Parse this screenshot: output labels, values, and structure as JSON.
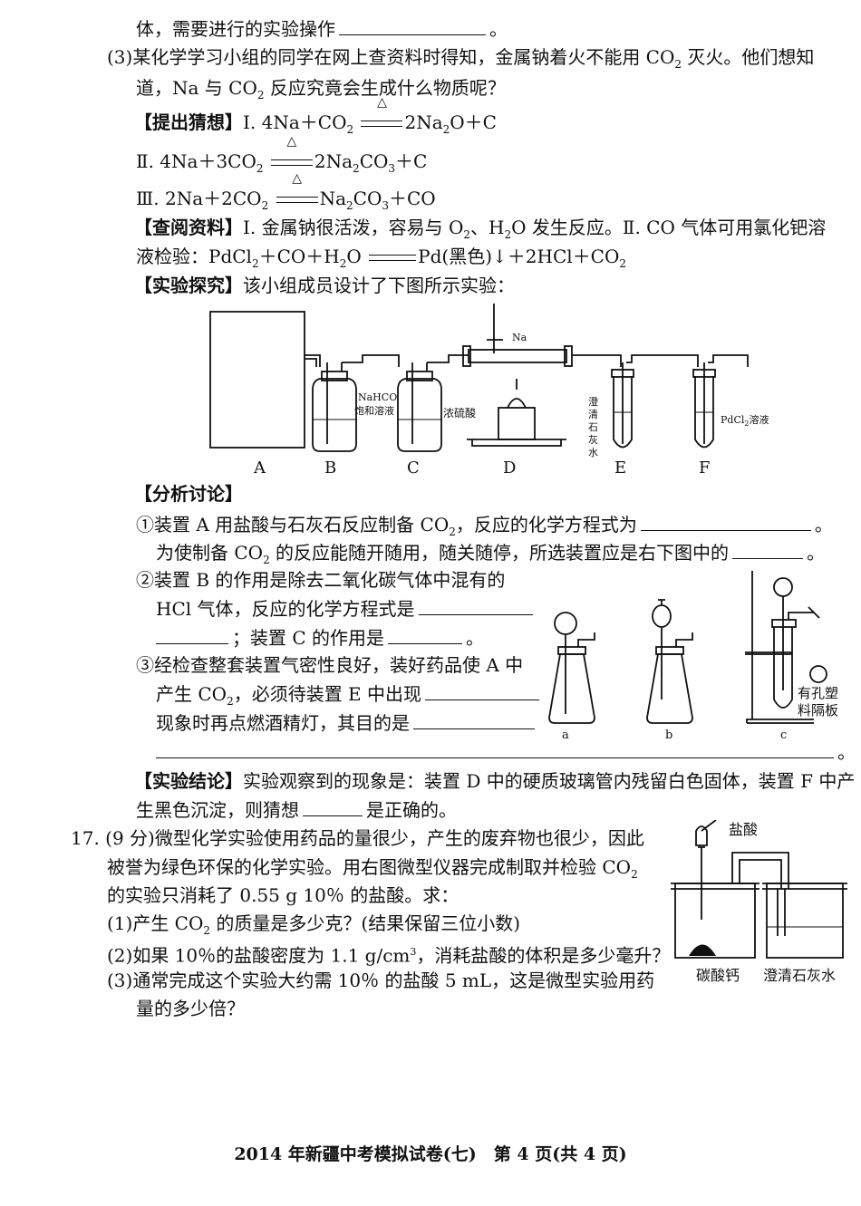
{
  "top": {
    "line1": "体，需要进行的实验操作",
    "line1_end": "。"
  },
  "q3": {
    "line1": "(3)某化学学习小组的同学在网上查资料时得知，金属钠着火不能用 CO",
    "line1_tail": " 灭火。他们想知",
    "line2": "道，Na 与 CO",
    "line2_tail": " 反应究竟会生成什么物质呢？"
  },
  "guess": {
    "heading": "【提出猜想】",
    "g1_left": "Ⅰ. 4Na＋CO",
    "g1_right": "2Na",
    "g1_right2": "O＋C",
    "g2_left": "Ⅱ. 4Na＋3CO",
    "g2_right": "2Na",
    "g2_right2": "CO",
    "g2_right3": "＋C",
    "g3_left": "Ⅲ. 2Na＋2CO",
    "g3_right": "Na",
    "g3_right2": "CO",
    "g3_right3": "＋CO",
    "heat": "△"
  },
  "lookup": {
    "heading": "【查阅资料】",
    "text1": "Ⅰ. 金属钠很活泼，容易与 O",
    "text1b": "、H",
    "text1c": "O 发生反应。Ⅱ. CO 气体可用氯化钯溶",
    "text2": "液检验：PdCl",
    "text2b": "＋CO＋H",
    "text2c": "O",
    "text2d": "Pd(黑色)↓＋2HCl＋CO"
  },
  "explore": {
    "heading": "【实验探究】",
    "text": "该小组成员设计了下图所示实验："
  },
  "apparatus": {
    "na_label": "Na",
    "b_label1": "NaHCO",
    "b_label2": "饱和溶液",
    "c_label": "浓硫酸",
    "e_label": [
      "澄",
      "清",
      "石",
      "灰",
      "水"
    ],
    "f_label": "PdCl",
    "f_label_tail": "溶液",
    "letters": [
      "A",
      "B",
      "C",
      "D",
      "E",
      "F"
    ]
  },
  "analysis": {
    "heading": "【分析讨论】",
    "q1_a": "①装置 A 用盐酸与石灰石反应制备 CO",
    "q1_b": "，反应的化学方程式为",
    "q1_end": "。",
    "q1_line2": "为使制备 CO",
    "q1_line2b": " 的反应能随开随用，随关随停，所选装置应是右下图中的",
    "q1_line2_end": "。",
    "q2_line1": "②装置 B 的作用是除去二氧化碳气体中混有的",
    "q2_line2": "HCl 气体，反应的化学方程式是",
    "q2_line3": "；装置 C 的作用是",
    "q2_line3_end": "。",
    "q3_line1": "③经检查整套装置气密性良好，装好药品使 A 中",
    "q3_line2": "产生 CO",
    "q3_line2b": "，必须待装置 E 中出现",
    "q3_line3": "现象时再点燃酒精灯，其目的是",
    "q3_end": "。"
  },
  "choices": {
    "a": "a",
    "b": "b",
    "c": "c",
    "c_note1": "有孔塑",
    "c_note2": "料隔板"
  },
  "conclusion": {
    "heading": "【实验结论】",
    "text1": "实验观察到的现象是：装置 D 中的硬质玻璃管内残留白色固体，装置 F 中产",
    "text2": "生黑色沉淀，则猜想",
    "text2_end": "是正确的。"
  },
  "q17": {
    "number": "17.",
    "line1": "(9 分)微型化学实验使用药品的量很少，产生的废弃物也很少，因此",
    "line2": "被誉为绿色环保的化学实验。用右图微型仪器完成制取并检验 CO",
    "line3": "的实验只消耗了 0.55 g 10％ 的盐酸。求：",
    "p1": "(1)产生 CO",
    "p1b": " 的质量是多少克？(结果保留三位小数)",
    "p2": "(2)如果 10％的盐酸密度为 1.1 g/cm",
    "p2b": "，消耗盐酸的体积是多少毫升？",
    "p3": "(3)通常完成这个实验大约需 10％ 的盐酸 5 mL，这是微型实验用药",
    "p3b": "量的多少倍？",
    "fig_hcl": "盐酸",
    "fig_caco3": "碳酸钙",
    "fig_limewater": "澄清石灰水"
  },
  "footer": {
    "text": "2014 年新疆中考模拟试卷(七)　第 4 页(共 4 页)"
  }
}
